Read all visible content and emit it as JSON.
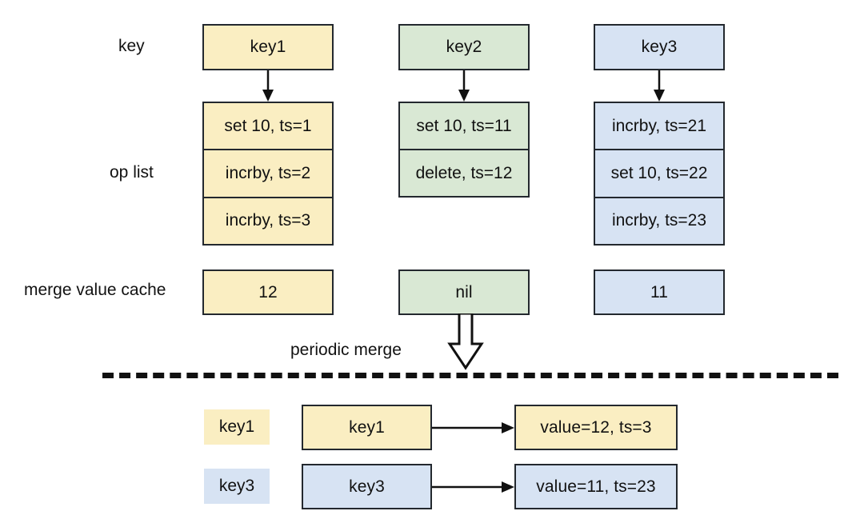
{
  "diagram": {
    "title": "merge value cache periodic merge diagram",
    "colors": {
      "yellow": "#faeec2",
      "green": "#d9e8d4",
      "blue": "#d7e3f3",
      "stroke": "#23282e"
    },
    "row_labels": {
      "key": "key",
      "op_list": "op list",
      "merge_value_cache": "merge value cache"
    },
    "columns": [
      {
        "color": "yellow",
        "key": "key1",
        "ops": [
          "set 10, ts=1",
          "incrby, ts=2",
          "incrby, ts=3"
        ],
        "merge_value": "12"
      },
      {
        "color": "green",
        "key": "key2",
        "ops": [
          "set 10, ts=11",
          "delete, ts=12"
        ],
        "merge_value": "nil"
      },
      {
        "color": "blue",
        "key": "key3",
        "ops": [
          "incrby, ts=21",
          "set 10, ts=22",
          "incrby, ts=23"
        ],
        "merge_value": "11"
      }
    ],
    "periodic_merge_label": "periodic merge",
    "merged_rows": [
      {
        "color": "yellow",
        "chip": "key1",
        "key": "key1",
        "value": "value=12,  ts=3"
      },
      {
        "color": "blue",
        "chip": "key3",
        "key": "key3",
        "value": "value=11,  ts=23"
      }
    ]
  }
}
